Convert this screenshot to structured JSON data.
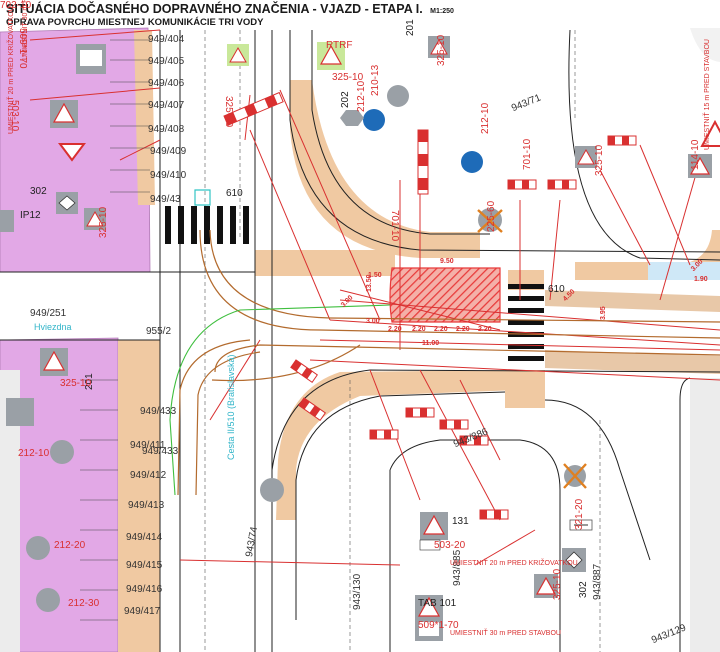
{
  "title": "SITUÁCIA DOČASNÉHO DOPRAVNÉHO ZNAČENIA - VJAZD - ETAPA I.",
  "scale": "M1:250",
  "subtitle": "OPRAVA POVRCHU MIESTNEJ KOMUNIKÁCIE TRI VODY",
  "street_name": "Cesta II/510 (Bratislavská)",
  "place_name": "Hviezdna",
  "colors": {
    "parcel_pink": "#e2a8e6",
    "sidewalk_tan": "#f0c9a2",
    "hatch_red": "#e83a3a",
    "temp_marking": "#d93030",
    "water_blue": "#cfe8f7",
    "route_green": "#3fbf3f"
  },
  "parcels": [
    {
      "id": "949/404"
    },
    {
      "id": "949/405"
    },
    {
      "id": "949/406"
    },
    {
      "id": "949/407"
    },
    {
      "id": "949/408"
    },
    {
      "id": "949/409"
    },
    {
      "id": "949/410"
    },
    {
      "id": "949/43"
    },
    {
      "id": "949/251"
    },
    {
      "id": "955/2"
    },
    {
      "id": "949/433"
    },
    {
      "id": "949/433b"
    },
    {
      "id": "949/411"
    },
    {
      "id": "949/412"
    },
    {
      "id": "949/413"
    },
    {
      "id": "949/414"
    },
    {
      "id": "949/415"
    },
    {
      "id": "949/416"
    },
    {
      "id": "949/417"
    },
    {
      "id": "943/71"
    },
    {
      "id": "943/886"
    },
    {
      "id": "943/885"
    },
    {
      "id": "943/130"
    },
    {
      "id": "943/887"
    },
    {
      "id": "943/129"
    },
    {
      "id": "943/74"
    }
  ],
  "parcel_labels": [
    "949/404",
    "949/405",
    "949/406",
    "949/407",
    "949/408",
    "949/409",
    "949/410",
    "949/43",
    "949/251",
    "955/2",
    "949/433",
    "949/433",
    "949/411",
    "949/412",
    "949/413",
    "949/414",
    "949/415",
    "949/416",
    "949/417",
    "943/71",
    "943/886",
    "943/885",
    "943/130",
    "943/887",
    "943/129",
    "943/74"
  ],
  "house_numbers": [
    "302",
    "IP12",
    "610",
    "610",
    "202",
    "201",
    "201",
    "131",
    "TAB 101",
    "302"
  ],
  "dimensions": [
    "9.50",
    "1.50",
    "13.50",
    "3.00",
    "3.00",
    "2.20",
    "2.20",
    "2.20",
    "2.20",
    "2.20",
    "11.00",
    "4.50",
    "3.95",
    "3.00",
    "1.90"
  ],
  "signs": [
    {
      "code": "325-10",
      "type": "triangle"
    },
    {
      "code": "325-10",
      "type": "triangle"
    },
    {
      "code": "325-10",
      "type": "triangle"
    },
    {
      "code": "325-10",
      "type": "triangle"
    },
    {
      "code": "325-10",
      "type": "triangle"
    },
    {
      "code": "325-10",
      "type": "triangle"
    },
    {
      "code": "325-10",
      "type": "triangle"
    },
    {
      "code": "RTRF",
      "type": "label"
    },
    {
      "code": "212-10",
      "type": "blue-circle"
    },
    {
      "code": "212-10",
      "type": "blue-circle"
    },
    {
      "code": "212-10",
      "type": "blue-circle"
    },
    {
      "code": "212-20",
      "type": "blue-circle"
    },
    {
      "code": "212-30",
      "type": "blue-circle"
    },
    {
      "code": "210-13",
      "type": "blue-circle"
    },
    {
      "code": "225-60",
      "type": "crossed"
    },
    {
      "code": "503-10",
      "type": "rect"
    },
    {
      "code": "503-20",
      "type": "rect"
    },
    {
      "code": "509*1-70",
      "type": "rect"
    },
    {
      "code": "509*1-70",
      "type": "rect"
    },
    {
      "code": "114-10",
      "type": "triangle"
    },
    {
      "code": "321-20",
      "type": "rect"
    },
    {
      "code": "701-10",
      "type": "barrier"
    },
    {
      "code": "701-10",
      "type": "barrier"
    },
    {
      "code": "702-10",
      "type": "barrier"
    }
  ],
  "notes": [
    "UMIESTNIŤ 30 m PRED STAVBOU",
    "UMIESTNIŤ 20 m PRED KRIŽOVATKOU",
    "UMIESTNIŤ 20 m PRED KRIŽOVATKOU",
    "UMIESTNIŤ 30 m PRED STAVBOU",
    "UMIESTNIŤ 15 m PRED STAVBOU"
  ]
}
